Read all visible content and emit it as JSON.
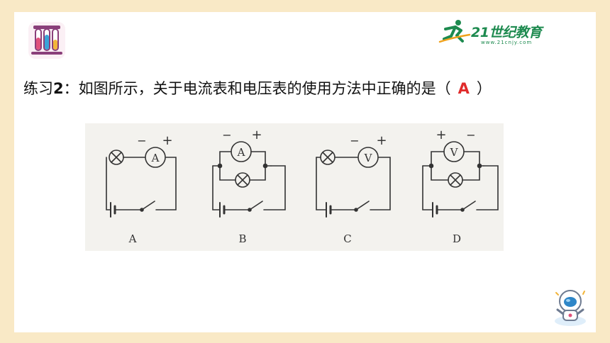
{
  "header": {
    "brand_name": "21世纪教育",
    "brand_url": "www.21cnjy.com"
  },
  "question": {
    "prefix": "练习",
    "number": "2",
    "colon": "：",
    "text": "如图所示，关于电流表和电压表的使用方法中正确的是（",
    "answer": "A",
    "close": "）"
  },
  "figure": {
    "circuits": [
      {
        "label": "A",
        "meter": "A",
        "plus": "+",
        "minus": "−"
      },
      {
        "label": "B",
        "meter": "A",
        "plus": "+",
        "minus": "−"
      },
      {
        "label": "C",
        "meter": "V",
        "plus": "+",
        "minus": "−"
      },
      {
        "label": "D",
        "meter": "V",
        "plus": "+",
        "minus": "−"
      }
    ]
  },
  "colors": {
    "background": "#f9e9c6",
    "answer": "#e02b2b",
    "brand": "#1d8a4f"
  }
}
